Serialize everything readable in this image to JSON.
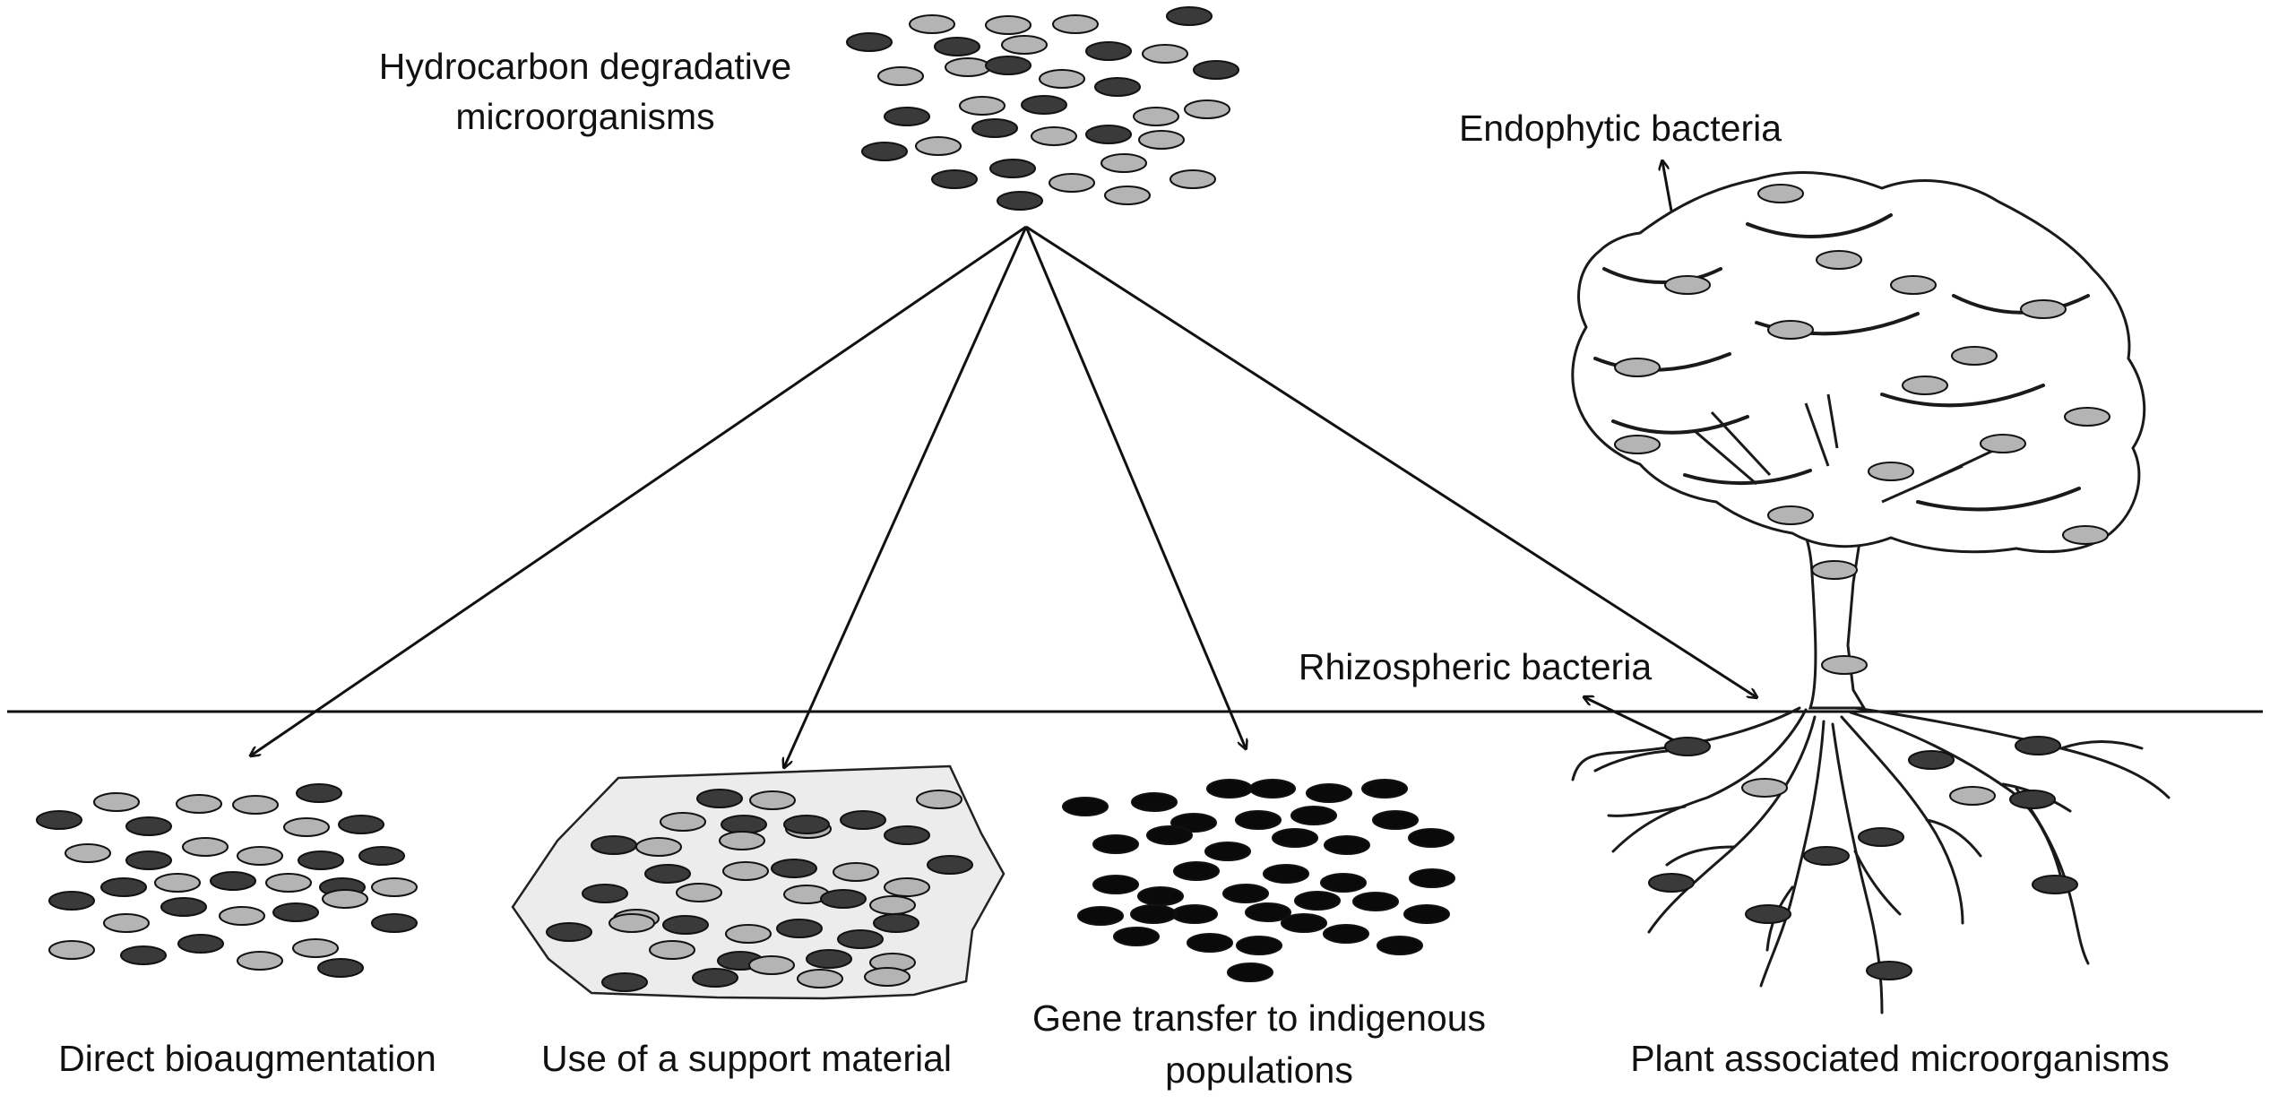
{
  "labels": {
    "source_line1": "Hydrocarbon degradative",
    "source_line2": "microorganisms",
    "endophytic": "Endophytic bacteria",
    "rhizospheric": "Rhizospheric bacteria",
    "direct": "Direct bioaugmentation",
    "support": "Use of a support material",
    "gene_line1": "Gene transfer to indigenous",
    "gene_line2": "populations",
    "plant": "Plant associated microorganisms"
  },
  "colors": {
    "dark_cell": "#3a3a3a",
    "light_cell": "#b4b4b4",
    "black_cell": "#0a0a0a",
    "support_fill": "#ececec",
    "line": "#111111"
  }
}
